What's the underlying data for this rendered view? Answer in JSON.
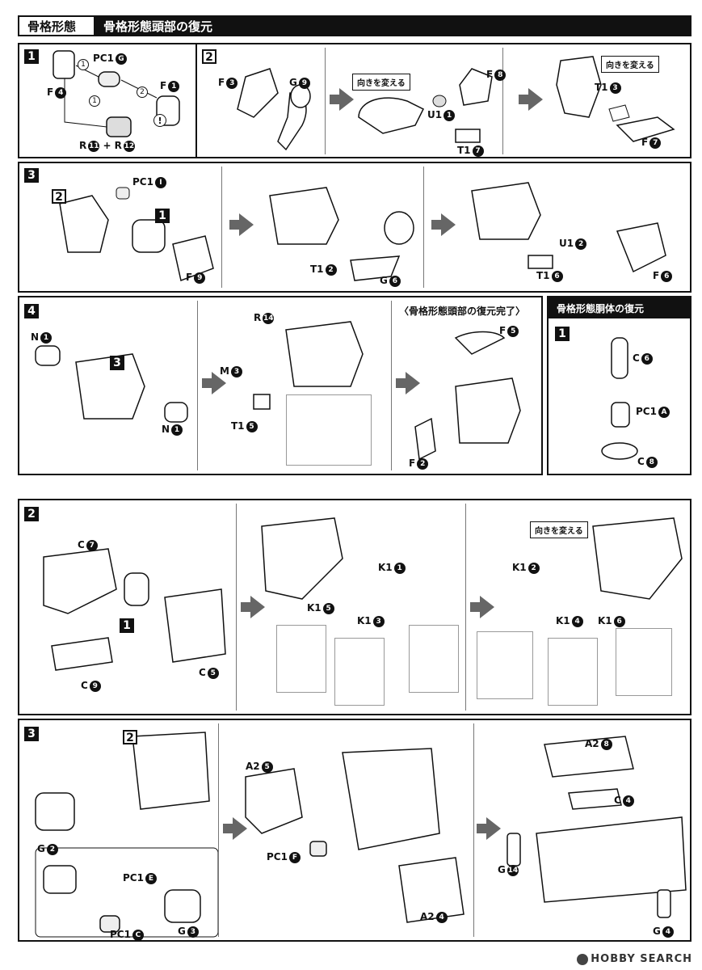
{
  "header": {
    "section": "骨格形態",
    "title": "骨格形態頭部の復元"
  },
  "body_section": {
    "title": "骨格形態胴体の復元"
  },
  "head_complete": "〈骨格形態頭部の復元完了〉",
  "notes": {
    "change_orientation": "向きを変える"
  },
  "steps": [
    "1",
    "2",
    "3",
    "4"
  ],
  "labels": {
    "s1": [
      "PC1",
      "F",
      "F",
      "R",
      "+ R"
    ],
    "s1_nums": [
      "G",
      "1",
      "4",
      "11",
      "12"
    ],
    "s2a": [
      "F",
      "G"
    ],
    "s2a_nums": [
      "3",
      "9"
    ],
    "s2b": [
      "F",
      "U1",
      "T1"
    ],
    "s2b_nums": [
      "8",
      "1",
      "7"
    ],
    "s2c": [
      "T1",
      "F"
    ],
    "s2c_nums": [
      "3",
      "7"
    ],
    "s3a": [
      "PC1",
      "F"
    ],
    "s3a_nums": [
      "I",
      "9"
    ],
    "s3b": [
      "T1",
      "G"
    ],
    "s3b_nums": [
      "2",
      "6"
    ],
    "s3c": [
      "U1",
      "T1",
      "F"
    ],
    "s3c_nums": [
      "2",
      "6",
      "6"
    ],
    "s4a": [
      "N",
      "N"
    ],
    "s4a_nums": [
      "1",
      "1"
    ],
    "s4b": [
      "R",
      "M",
      "T1"
    ],
    "s4b_nums": [
      "14",
      "3",
      "5"
    ],
    "s4c": [
      "F",
      "F"
    ],
    "s4c_nums": [
      "5",
      "2"
    ],
    "b1": [
      "C",
      "PC1",
      "C"
    ],
    "b1_nums": [
      "6",
      "A",
      "8"
    ],
    "b2a": [
      "C",
      "C",
      "C"
    ],
    "b2a_nums": [
      "7",
      "9",
      "5"
    ],
    "b2b": [
      "K1",
      "K1",
      "K1"
    ],
    "b2b_nums": [
      "1",
      "5",
      "3"
    ],
    "b2c": [
      "K1",
      "K1",
      "K1"
    ],
    "b2c_nums": [
      "2",
      "4",
      "6"
    ],
    "b3a": [
      "G",
      "PC1",
      "PC1",
      "G"
    ],
    "b3a_nums": [
      "2",
      "E",
      "C",
      "3"
    ],
    "b3b": [
      "A2",
      "PC1",
      "A2"
    ],
    "b3b_nums": [
      "5",
      "F",
      "4"
    ],
    "b3c": [
      "A2",
      "C",
      "G",
      "G"
    ],
    "b3c_nums": [
      "8",
      "4",
      "14",
      "4"
    ]
  },
  "watermark": "HOBBY SEARCH"
}
